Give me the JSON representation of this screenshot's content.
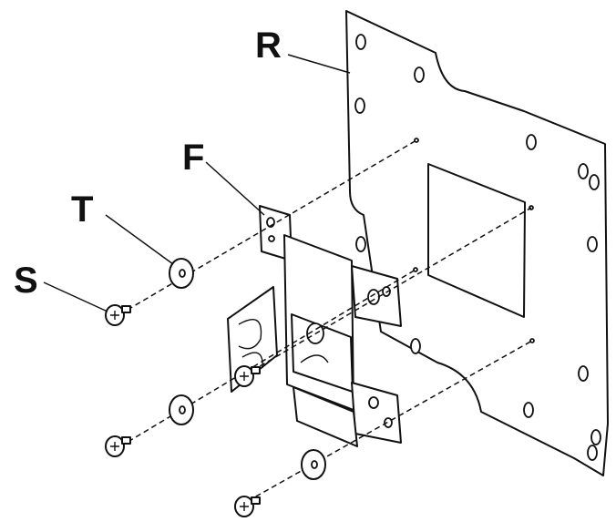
{
  "diagram": {
    "callouts": [
      {
        "key": "R",
        "part": "wall plate"
      },
      {
        "key": "F",
        "part": "bracket"
      },
      {
        "key": "T",
        "part": "washer"
      },
      {
        "key": "S",
        "part": "screw"
      }
    ]
  }
}
